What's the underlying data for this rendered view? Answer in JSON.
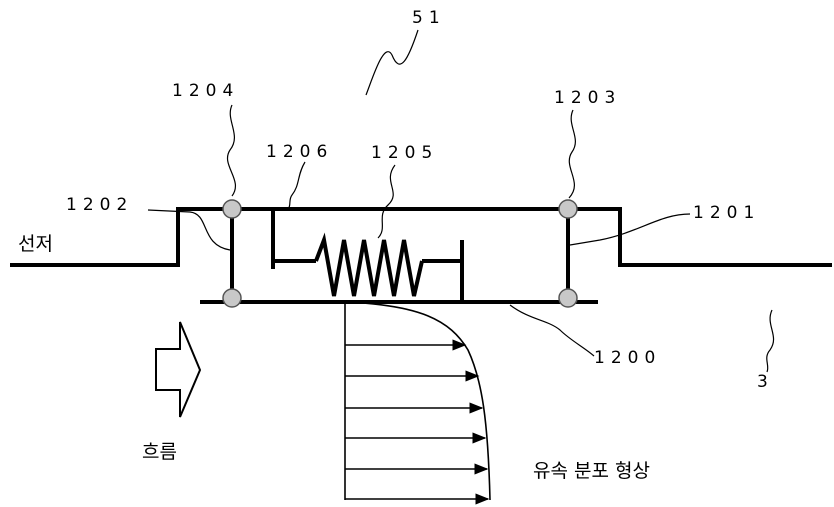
{
  "labels": {
    "assembly": "51",
    "plate_bottom": "1200",
    "link_right": "1201",
    "link_left": "1202",
    "pivot_right": "1203",
    "pivot_left": "1204",
    "spring": "1205",
    "spring_arm": "1206",
    "surface": "3"
  },
  "text": {
    "hull": "선저",
    "flow": "흐름",
    "velocity_profile": "유속 분포 형상"
  }
}
